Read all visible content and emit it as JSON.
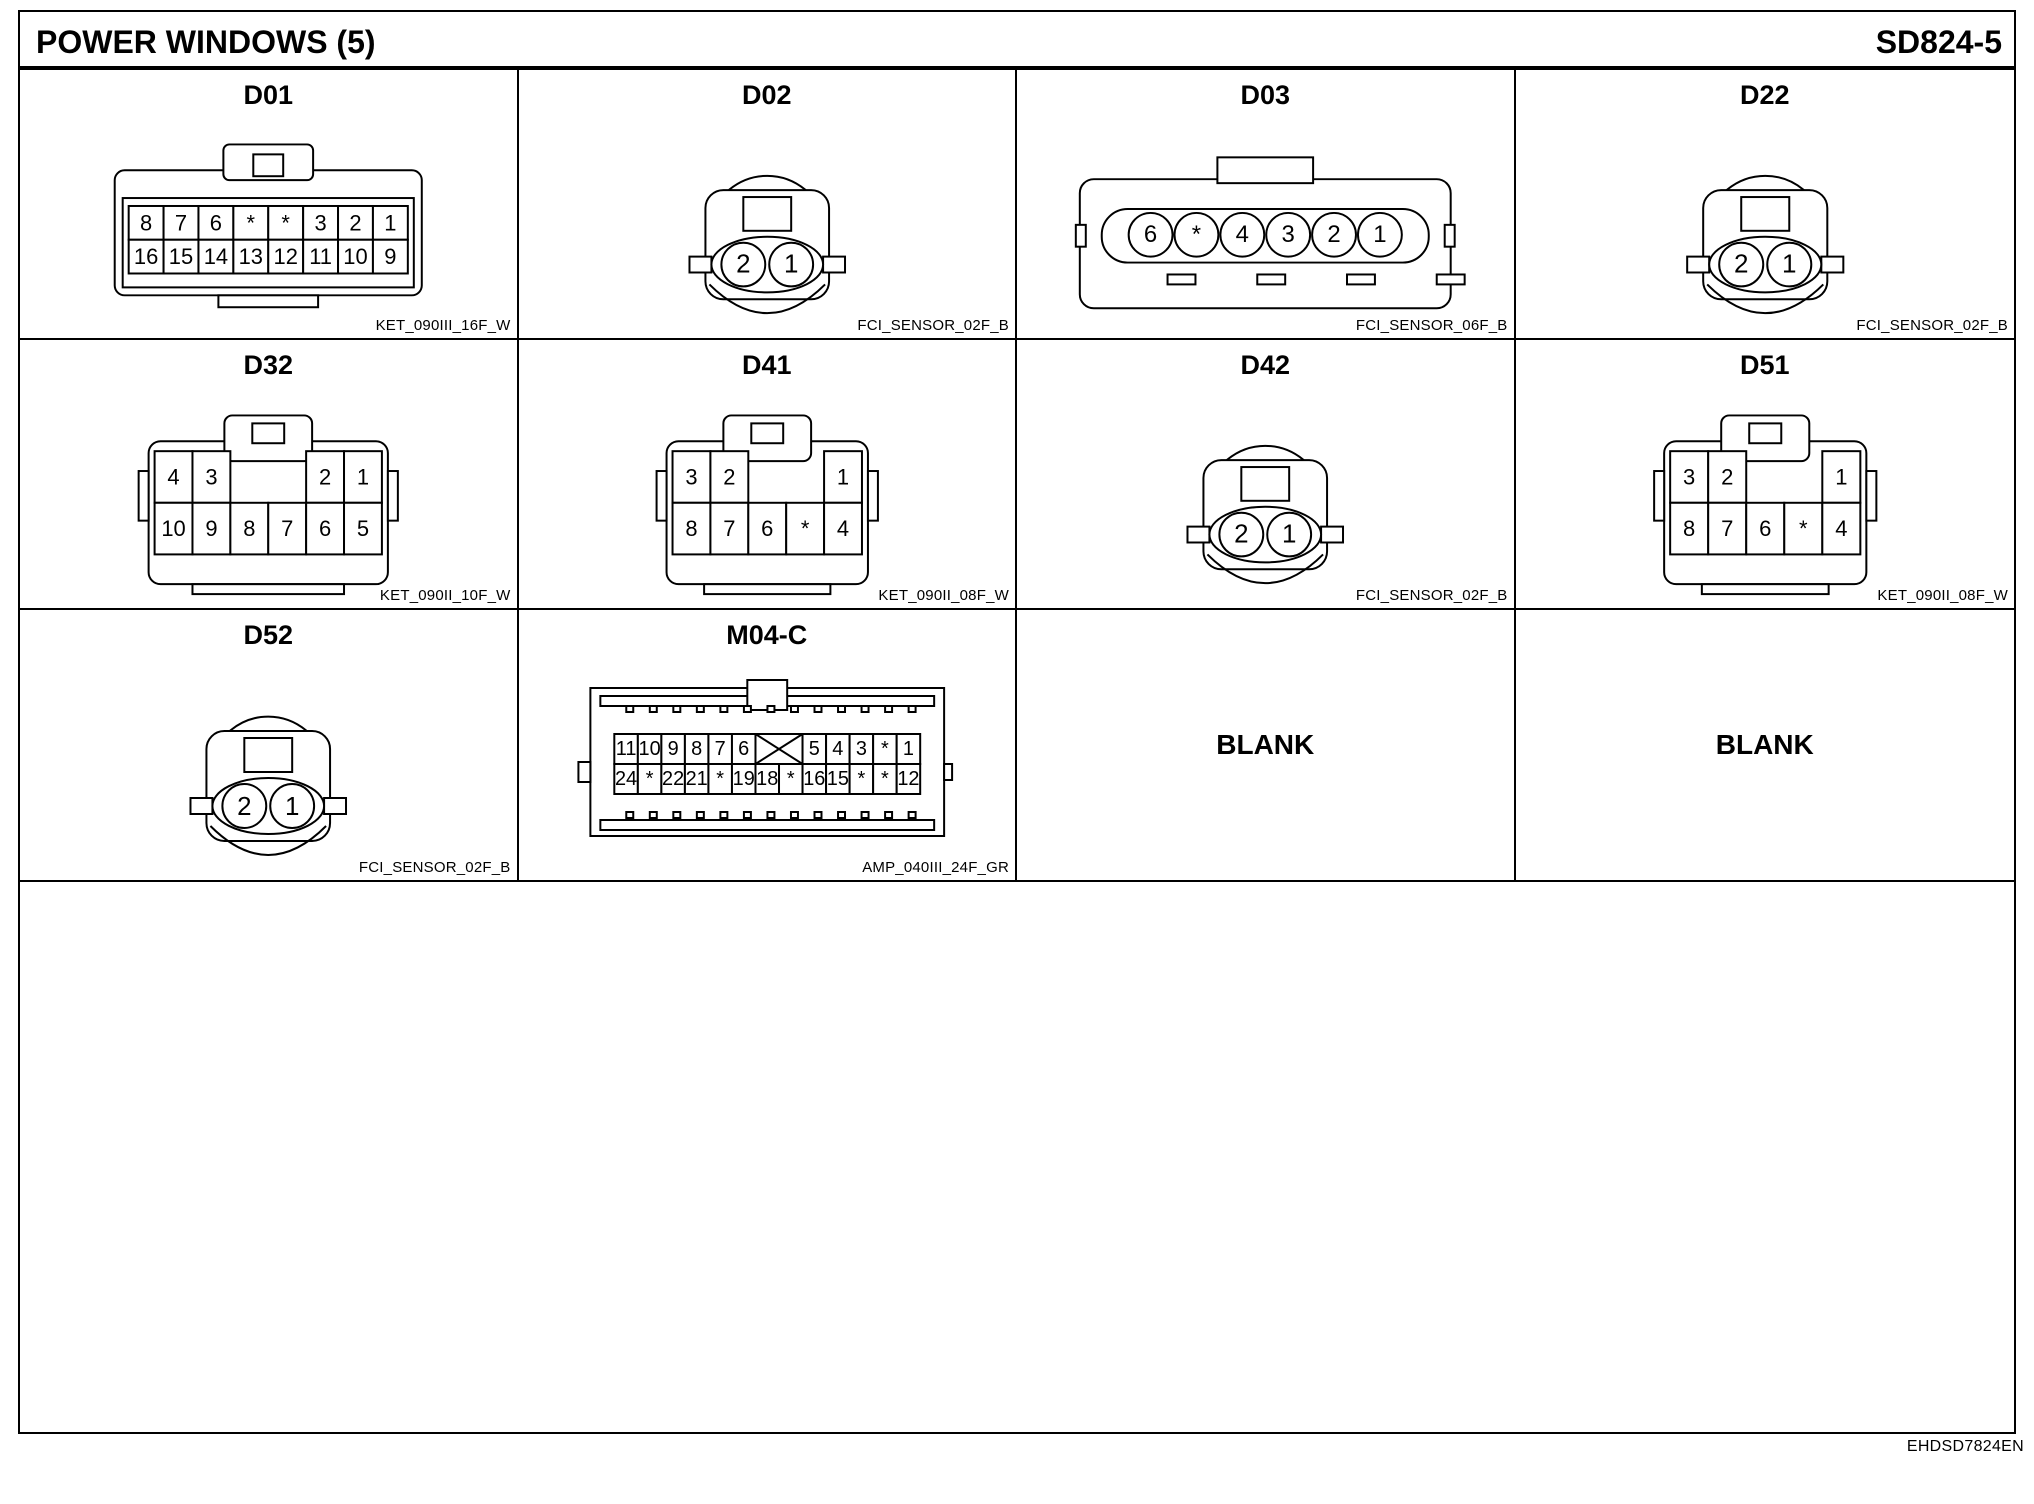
{
  "header": {
    "title": "POWER WINDOWS (5)",
    "code": "SD824-5"
  },
  "footer": {
    "code": "EHDSD7824EN"
  },
  "connectors": [
    {
      "id": "D01",
      "spec": "KET_090III_16F_W",
      "type": "rect2row",
      "top": [
        "8",
        "7",
        "6",
        "*",
        "*",
        "3",
        "2",
        "1"
      ],
      "bottom": [
        "16",
        "15",
        "14",
        "13",
        "12",
        "11",
        "10",
        "9"
      ]
    },
    {
      "id": "D02",
      "spec": "FCI_SENSOR_02F_B",
      "type": "round2",
      "pins": [
        "2",
        "1"
      ]
    },
    {
      "id": "D03",
      "spec": "FCI_SENSOR_06F_B",
      "type": "round6",
      "pins": [
        "6",
        "*",
        "4",
        "3",
        "2",
        "1"
      ]
    },
    {
      "id": "D22",
      "spec": "FCI_SENSOR_02F_B",
      "type": "round2",
      "pins": [
        "2",
        "1"
      ]
    },
    {
      "id": "D32",
      "spec": "KET_090II_10F_W",
      "type": "split",
      "topLeft": [
        "4",
        "3"
      ],
      "topRight": [
        "2",
        "1"
      ],
      "bottom": [
        "10",
        "9",
        "8",
        "7",
        "6",
        "5"
      ]
    },
    {
      "id": "D41",
      "spec": "KET_090II_08F_W",
      "type": "split",
      "topLeft": [
        "3",
        "2"
      ],
      "topRight": [
        "1"
      ],
      "bottom": [
        "8",
        "7",
        "6",
        "*",
        "4"
      ]
    },
    {
      "id": "D42",
      "spec": "FCI_SENSOR_02F_B",
      "type": "round2",
      "pins": [
        "2",
        "1"
      ]
    },
    {
      "id": "D51",
      "spec": "KET_090II_08F_W",
      "type": "split",
      "topLeft": [
        "3",
        "2"
      ],
      "topRight": [
        "1"
      ],
      "bottom": [
        "8",
        "7",
        "6",
        "*",
        "4"
      ]
    },
    {
      "id": "D52",
      "spec": "FCI_SENSOR_02F_B",
      "type": "round2",
      "pins": [
        "2",
        "1"
      ]
    },
    {
      "id": "M04-C",
      "spec": "AMP_040III_24F_GR",
      "type": "amp24",
      "topLeft": [
        "11",
        "10",
        "9",
        "8",
        "7",
        "6"
      ],
      "topRight": [
        "5",
        "4",
        "3",
        "*",
        "1"
      ],
      "bottom": [
        "24",
        "*",
        "22",
        "21",
        "*",
        "19",
        "18",
        "*",
        "16",
        "15",
        "*",
        "*",
        "12"
      ]
    },
    {
      "id": "",
      "spec": "",
      "type": "blank",
      "label": "BLANK"
    },
    {
      "id": "",
      "spec": "",
      "type": "blank",
      "label": "BLANK"
    }
  ]
}
